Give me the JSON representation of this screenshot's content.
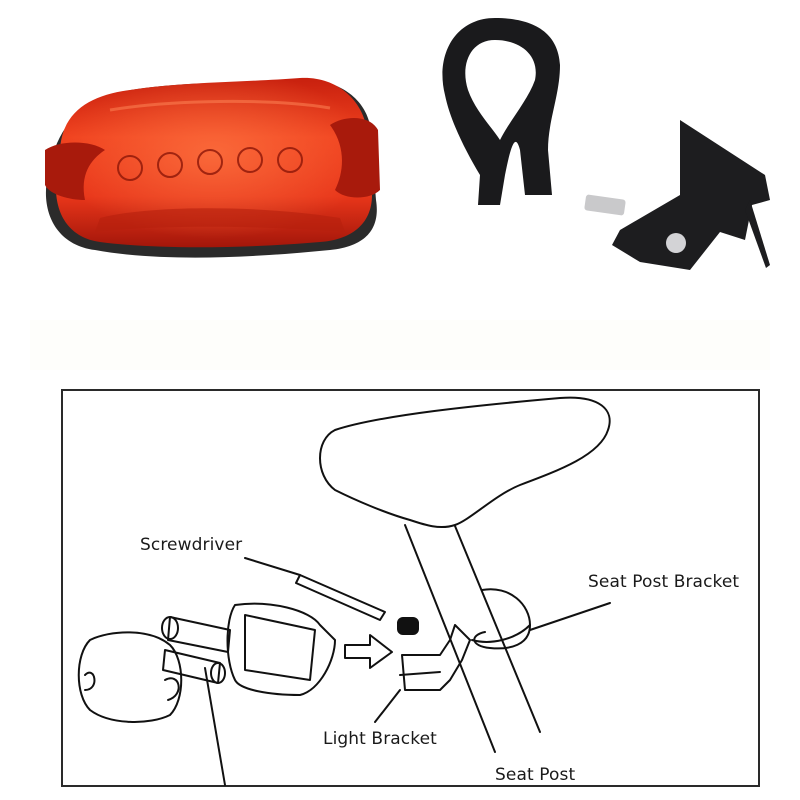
{
  "product_photo": {
    "items": [
      {
        "name": "red-tail-light",
        "color": "#e0321a"
      },
      {
        "name": "seat-post-bracket-strap",
        "color": "#1c1c1e"
      },
      {
        "name": "light-bracket-with-screw",
        "color": "#1c1c1e"
      }
    ]
  },
  "diagram": {
    "labels": {
      "screwdriver": "Screwdriver",
      "seat_post_bracket": "Seat Post Bracket",
      "light_bracket": "Light Bracket",
      "seat_post": "Seat Post"
    }
  }
}
